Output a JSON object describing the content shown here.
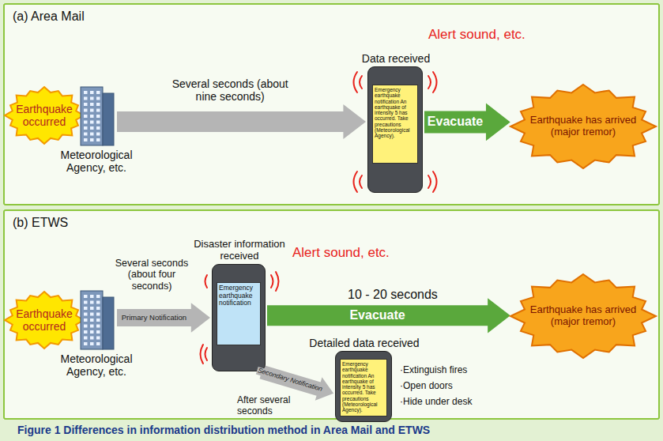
{
  "diagram": {
    "caption": "Figure 1 Differences in information distribution method in Area Mail and ETWS",
    "nodes": [
      {
        "text": [
          "(a) Area Mail"
        ]
      },
      {
        "text": [
          "Earthquake occurred"
        ],
        "in": 0
      },
      {
        "text": [
          "Meteorological Agency, etc."
        ],
        "in": 0
      },
      {
        "text": [
          "Data received",
          "Emergency earthquake notification An earthquake of intensity 5 has occurred. Take precautions (Meteorological Agency)."
        ],
        "in": 0
      },
      {
        "text": [
          "Earthquake has arrived (major tremor)"
        ],
        "in": 0
      },
      {
        "text": [
          "(b) ETWS"
        ]
      },
      {
        "text": [
          "Earthquake occurred"
        ],
        "in": 5
      },
      {
        "text": [
          "Meteorological Agency, etc."
        ],
        "in": 5
      },
      {
        "text": [
          "Disaster information received",
          "Emergency earthquake notification"
        ],
        "in": 5
      },
      {
        "text": [
          "Earthquake has arrived (major tremor)"
        ],
        "in": 5
      },
      {
        "text": [
          "Detailed data received",
          "Emergency earthquake notification An earthquake of intensity 5 has occurred. Take precautions (Meteorological Agency)."
        ],
        "in": 5
      }
    ],
    "edges": [
      {
        "from": 2,
        "to": 3,
        "arrow": "to",
        "label": "Several seconds (about nine seconds)"
      },
      {
        "from": 3,
        "to": 4,
        "arrow": "to",
        "label": "Evacuate"
      },
      {
        "from": 7,
        "to": 8,
        "arrow": "to",
        "label": "Primary Notification"
      },
      {
        "from": 8,
        "to": 9,
        "arrow": "to",
        "label": "Evacuate"
      },
      {
        "from": 8,
        "to": 10,
        "arrow": "to",
        "label": "Secondary Notification"
      }
    ],
    "labels": [
      "Alert sound, etc.",
      "Alert sound, etc.",
      "Several seconds (about four seconds)",
      "10 - 20 seconds",
      "After several seconds",
      "·Extinguish fires",
      "·Open doors",
      "·Hide under desk"
    ]
  }
}
